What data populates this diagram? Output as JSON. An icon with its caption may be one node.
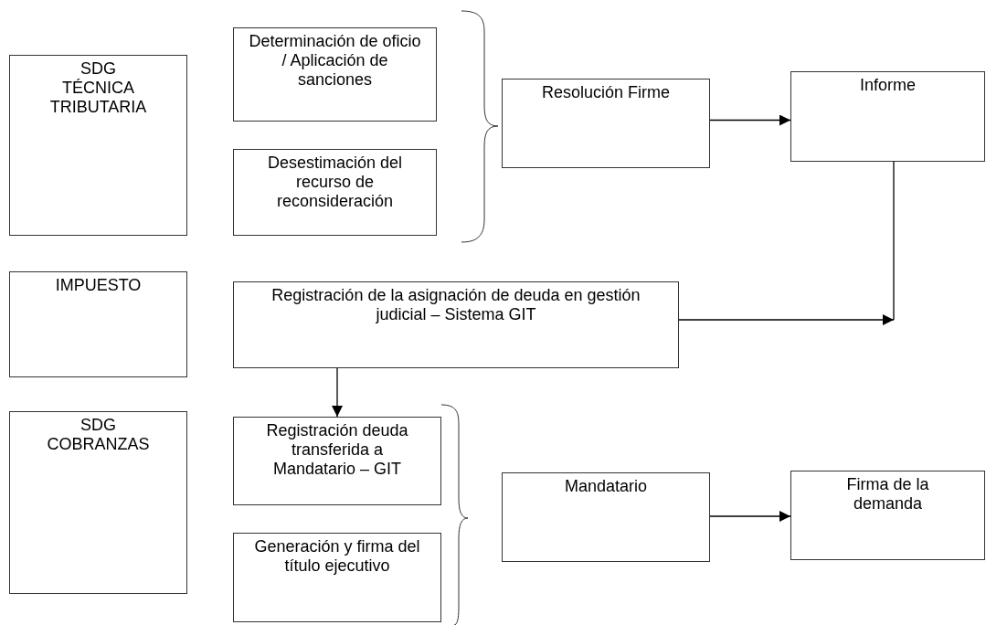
{
  "diagram": {
    "nodes": [
      {
        "text": [
          "SDG TÉCNICA TRIBUTARIA"
        ]
      },
      {
        "text": [
          "Determinación de oficio / Aplicación de sanciones"
        ]
      },
      {
        "text": [
          "Desestimación del recurso de reconsideración"
        ]
      },
      {
        "text": [
          "Resolución Firme"
        ]
      },
      {
        "text": [
          "Informe"
        ]
      },
      {
        "text": [
          "IMPUESTO"
        ]
      },
      {
        "text": [
          "Registración de la asignación de deuda en gestión judicial – Sistema GIT"
        ]
      },
      {
        "text": [
          "SDG COBRANZAS"
        ]
      },
      {
        "text": [
          "Registración deuda transferida a Mandatario – GIT"
        ]
      },
      {
        "text": [
          "Generación y firma del título ejecutivo"
        ]
      },
      {
        "text": [
          "Mandatario"
        ]
      },
      {
        "text": [
          "Firma de la demanda"
        ]
      }
    ],
    "edges": [
      {
        "from": 3,
        "to": 4,
        "arrow": "to"
      },
      {
        "from": 4,
        "to": null,
        "arrow": "none"
      },
      {
        "from": 6,
        "to": null,
        "arrow": "to"
      },
      {
        "from": 6,
        "to": 8,
        "arrow": "to"
      },
      {
        "from": 10,
        "to": 11,
        "arrow": "to"
      }
    ]
  }
}
